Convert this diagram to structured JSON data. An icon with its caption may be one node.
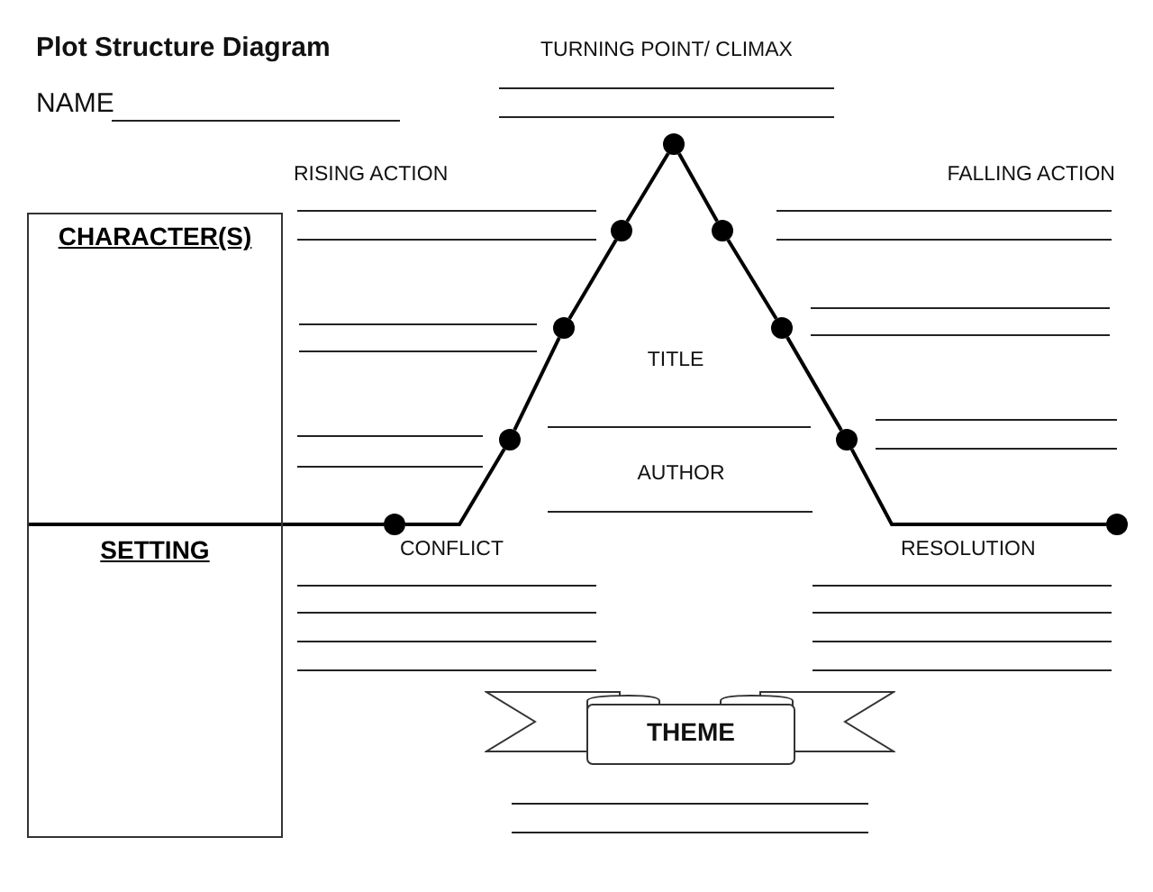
{
  "diagram": {
    "title": "Plot Structure Diagram",
    "nodes": [
      {
        "text": [
          "CHARACTER(S)",
          "SETTING"
        ]
      },
      {
        "text": [],
        "shape": "circle"
      },
      {
        "text": [],
        "shape": "circle"
      },
      {
        "text": [],
        "shape": "circle"
      },
      {
        "text": [],
        "shape": "circle"
      },
      {
        "text": [],
        "shape": "circle"
      },
      {
        "text": [],
        "shape": "circle"
      },
      {
        "text": [],
        "shape": "circle"
      },
      {
        "text": [],
        "shape": "circle"
      },
      {
        "text": [],
        "shape": "circle"
      },
      {
        "text": [
          "THEME"
        ]
      }
    ],
    "edges": [
      {
        "from": 0,
        "to": 1,
        "arrow": "none"
      },
      {
        "from": 1,
        "to": 2,
        "arrow": "none"
      },
      {
        "from": 2,
        "to": 3,
        "arrow": "none"
      },
      {
        "from": 3,
        "to": 4,
        "arrow": "none"
      },
      {
        "from": 4,
        "to": 5,
        "arrow": "none"
      },
      {
        "from": 5,
        "to": 6,
        "arrow": "none"
      },
      {
        "from": 6,
        "to": 7,
        "arrow": "none"
      },
      {
        "from": 7,
        "to": 8,
        "arrow": "none"
      },
      {
        "from": 8,
        "to": 9,
        "arrow": "none"
      }
    ],
    "labels": [
      "NAME",
      "TURNING POINT/ CLIMAX",
      "RISING ACTION",
      "FALLING ACTION",
      "TITLE",
      "AUTHOR",
      "CONFLICT",
      "RESOLUTION"
    ]
  }
}
